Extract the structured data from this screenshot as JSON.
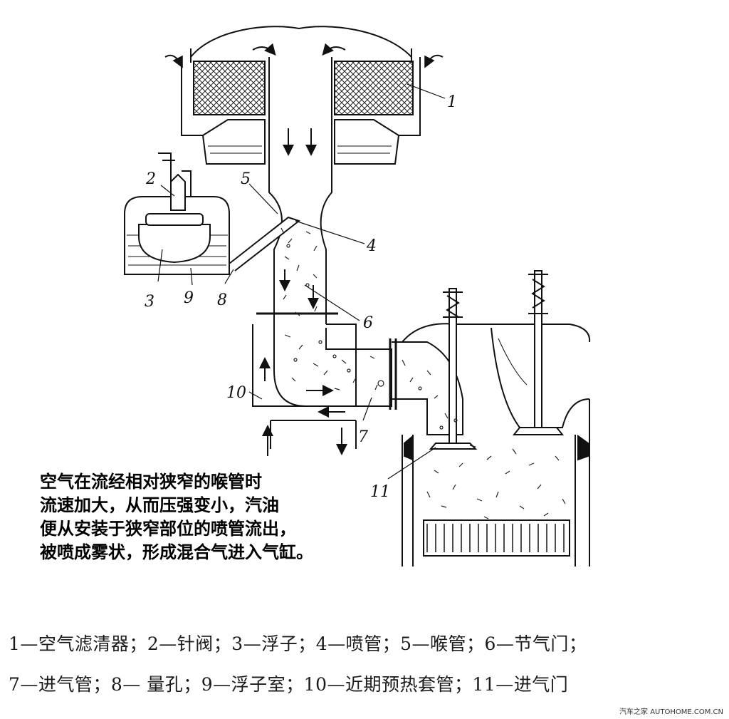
{
  "labels": {
    "n1": "1",
    "n2": "2",
    "n3": "3",
    "n4": "4",
    "n5": "5",
    "n6": "6",
    "n7": "7",
    "n8": "8",
    "n9": "9",
    "n10": "10",
    "n11": "11"
  },
  "description": {
    "line1": "空气在流经相对狭窄的喉管时",
    "line2": "流速加大，从而压强变小，汽油",
    "line3": "便从安装于狭窄部位的喷管流出，",
    "line4": "被喷成雾状，形成混合气进入气缸。"
  },
  "legend": {
    "line1": "1—空气滤清器；2—针阀；3—浮子；4—喷管；5—喉管；6—节气门；",
    "line2": "7—进气管；8— 量孔；9—浮子室；10—近期预热套管；11—进气门"
  },
  "watermark": "汽车之家 AUTOHOME.COM.CN"
}
